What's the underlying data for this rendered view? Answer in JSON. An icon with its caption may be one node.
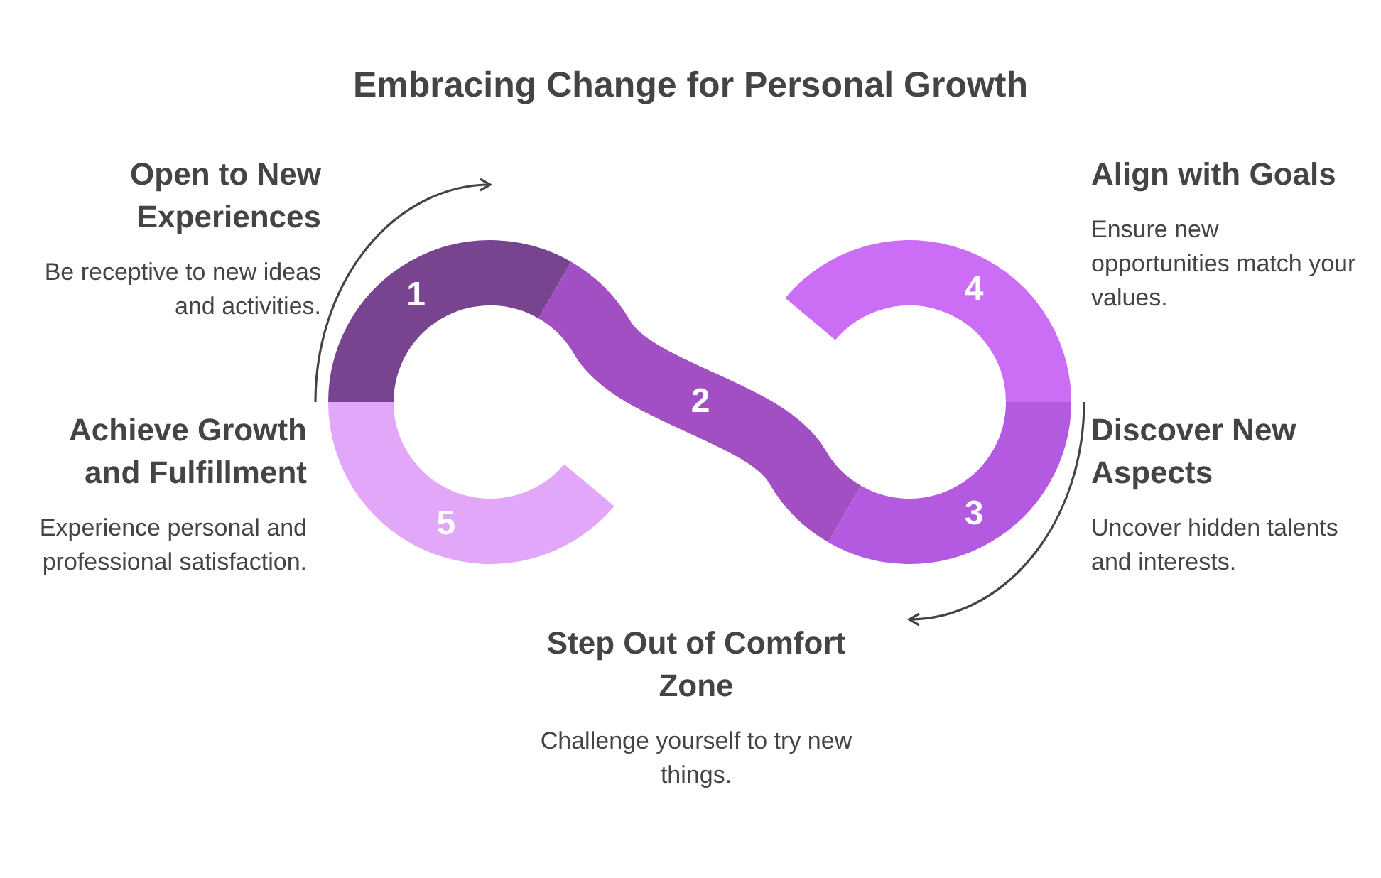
{
  "diagram": {
    "title": "Embracing Change for Personal Growth",
    "nodes": [
      {
        "text": [
          "1"
        ],
        "beside": [
          "Open to New Experiences",
          "Be receptive to new ideas and activities."
        ]
      },
      {
        "text": [
          "2"
        ],
        "beside": [
          "Step Out of Comfort Zone",
          "Challenge yourself to try new things."
        ]
      },
      {
        "text": [
          "3"
        ],
        "beside": [
          "Discover New Aspects",
          "Uncover hidden talents and interests."
        ]
      },
      {
        "text": [
          "4"
        ],
        "beside": [
          "Align with Goals",
          "Ensure new opportunities match your values."
        ]
      },
      {
        "text": [
          "5"
        ],
        "beside": [
          "Achieve Growth and Fulfillment",
          "Experience personal and professional satisfaction."
        ]
      }
    ]
  }
}
